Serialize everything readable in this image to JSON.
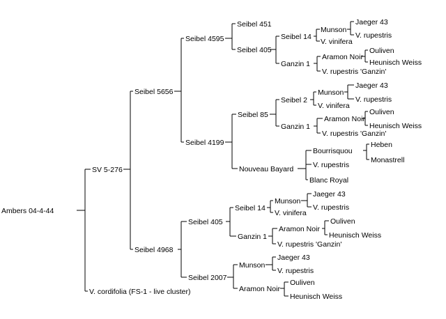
{
  "tree": {
    "label": "Ambers 04-4-44",
    "children": [
      {
        "label": "SV 5-276",
        "children": [
          {
            "label": "Seibel 5656",
            "children": [
              {
                "label": "Seibel 4595",
                "children": [
                  {
                    "label": "Seibel 451"
                  },
                  {
                    "label": "Seibel 405",
                    "children": [
                      {
                        "label": "Seibel 14",
                        "children": [
                          {
                            "label": "Munson",
                            "children": [
                              {
                                "label": "Jaeger 43"
                              },
                              {
                                "label": "V. rupestris"
                              }
                            ]
                          },
                          {
                            "label": "V. vinifera"
                          }
                        ]
                      },
                      {
                        "label": "Ganzin 1",
                        "children": [
                          {
                            "label": "Aramon Noir",
                            "children": [
                              {
                                "label": "Ouliven"
                              },
                              {
                                "label": "Heunisch Weiss"
                              }
                            ]
                          },
                          {
                            "label": "V. rupestris 'Ganzin'"
                          }
                        ]
                      }
                    ]
                  }
                ]
              },
              {
                "label": "Seibel 4199",
                "children": [
                  {
                    "label": "Seibel 85",
                    "children": [
                      {
                        "label": "Seibel 2",
                        "children": [
                          {
                            "label": "Munson",
                            "children": [
                              {
                                "label": "Jaeger 43"
                              },
                              {
                                "label": "V. rupestris"
                              }
                            ]
                          },
                          {
                            "label": "V. vinifera"
                          }
                        ]
                      },
                      {
                        "label": "Ganzin 1",
                        "children": [
                          {
                            "label": "Aramon Noir",
                            "children": [
                              {
                                "label": "Ouliven"
                              },
                              {
                                "label": "Heunisch Weiss"
                              }
                            ]
                          },
                          {
                            "label": "V. rupestris 'Ganzin'"
                          }
                        ]
                      }
                    ]
                  },
                  {
                    "label": "Nouveau Bayard",
                    "children": [
                      {
                        "label": "Bourrisquou",
                        "children": [
                          {
                            "label": "Heben"
                          },
                          {
                            "label": "Monastrell"
                          }
                        ]
                      },
                      {
                        "label": "V. rupestris"
                      },
                      {
                        "label": "Blanc Royal"
                      }
                    ]
                  }
                ]
              }
            ]
          },
          {
            "label": "Seibel 4968",
            "children": [
              {
                "label": "Seibel 405",
                "children": [
                  {
                    "label": "Seibel 14",
                    "children": [
                      {
                        "label": "Munson",
                        "children": [
                          {
                            "label": "Jaeger 43"
                          },
                          {
                            "label": "V. rupestris"
                          }
                        ]
                      },
                      {
                        "label": "V. vinifera"
                      }
                    ]
                  },
                  {
                    "label": "Ganzin 1",
                    "children": [
                      {
                        "label": "Aramon Noir",
                        "children": [
                          {
                            "label": "Ouliven"
                          },
                          {
                            "label": "Heunisch Weiss"
                          }
                        ]
                      },
                      {
                        "label": "V. rupestris 'Ganzin'"
                      }
                    ]
                  }
                ]
              },
              {
                "label": "Seibel 2007",
                "children": [
                  {
                    "label": "Munson",
                    "children": [
                      {
                        "label": "Jaeger 43"
                      },
                      {
                        "label": "V. rupestris"
                      }
                    ]
                  },
                  {
                    "label": "Aramon Noir",
                    "children": [
                      {
                        "label": "Ouliven"
                      },
                      {
                        "label": "Heunisch Weiss"
                      }
                    ]
                  }
                ]
              }
            ]
          }
        ]
      },
      {
        "label": "V. cordifolia (FS-1 - live cluster)"
      }
    ]
  }
}
